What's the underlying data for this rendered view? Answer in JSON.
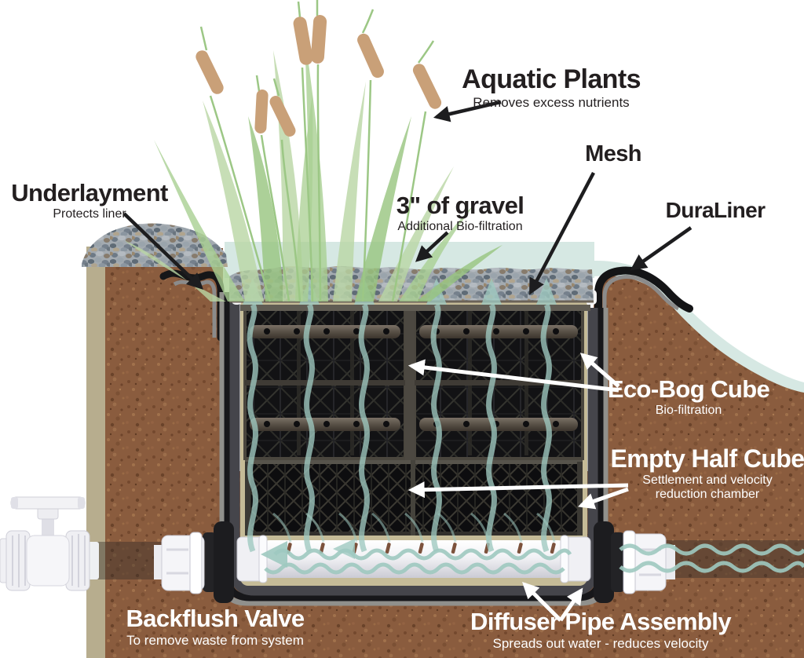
{
  "diagram_title": "Eco-Bog pond filtration cross-section",
  "labels": {
    "aquatic_plants": {
      "title": "Aquatic Plants",
      "subtitle": "Removes excess nutrients"
    },
    "mesh": {
      "title": "Mesh"
    },
    "underlayment": {
      "title": "Underlayment",
      "subtitle": "Protects liner"
    },
    "gravel": {
      "title": "3\" of gravel",
      "subtitle": "Additional Bio-filtration"
    },
    "duraliner": {
      "title": "DuraLiner"
    },
    "eco_bog_cube": {
      "title": "Eco-Bog Cube",
      "subtitle": "Bio-filtration"
    },
    "empty_half_cube": {
      "title": "Empty Half Cube",
      "subtitle": "Settlement and velocity reduction chamber"
    },
    "backflush_valve": {
      "title": "Backflush Valve",
      "subtitle": "To remove waste from system"
    },
    "diffuser_pipe": {
      "title": "Diffuser Pipe Assembly",
      "subtitle": "Spreads out water - reduces velocity"
    }
  },
  "colors": {
    "label_dark": "#231f20",
    "label_light": "#ffffff",
    "soil": "#8a5c3e",
    "water": "#d6e8e3",
    "flow": "#9fc9c0",
    "sand": "#c5bb97",
    "gravel": "#a3aab0",
    "liner_black": "#17171a",
    "liner_wall": "#45454b",
    "underlayment_grey": "#8b8b8b",
    "leaf_green": "#a9cf92",
    "catkin_brown": "#c9a078",
    "pvc_white": "#f5f5f8"
  }
}
